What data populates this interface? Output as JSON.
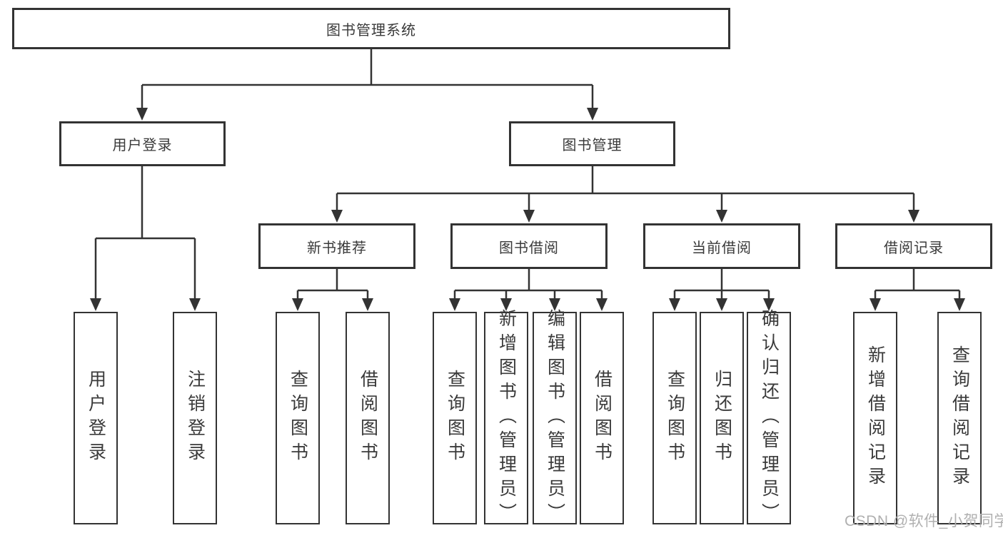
{
  "diagram": {
    "root": {
      "label": "图书管理系统"
    },
    "level2": [
      {
        "label": "用户登录"
      },
      {
        "label": "图书管理"
      }
    ],
    "level3": [
      {
        "parent": "图书管理",
        "label": "新书推荐"
      },
      {
        "parent": "图书管理",
        "label": "图书借阅"
      },
      {
        "parent": "图书管理",
        "label": "当前借阅"
      },
      {
        "parent": "图书管理",
        "label": "借阅记录"
      }
    ],
    "leaves": [
      {
        "parent": "用户登录",
        "label": "用户登录"
      },
      {
        "parent": "用户登录",
        "label": "注销登录"
      },
      {
        "parent": "新书推荐",
        "label": "查询图书"
      },
      {
        "parent": "新书推荐",
        "label": "借阅图书"
      },
      {
        "parent": "图书借阅",
        "label": "查询图书"
      },
      {
        "parent": "图书借阅",
        "label": "新增图书（管理员）"
      },
      {
        "parent": "图书借阅",
        "label": "编辑图书（管理员）"
      },
      {
        "parent": "图书借阅",
        "label": "借阅图书"
      },
      {
        "parent": "当前借阅",
        "label": "查询图书"
      },
      {
        "parent": "当前借阅",
        "label": "归还图书"
      },
      {
        "parent": "当前借阅",
        "label": "确认归还（管理员）"
      },
      {
        "parent": "借阅记录",
        "label": "新增借阅记录"
      },
      {
        "parent": "借阅记录",
        "label": "查询借阅记录"
      }
    ],
    "watermark": "CSDN @软件_小贺同学"
  },
  "colors": {
    "line": "#333333",
    "box_background": "#ffffff",
    "text": "#3a3a3a",
    "watermark": "#b0b0b0"
  }
}
